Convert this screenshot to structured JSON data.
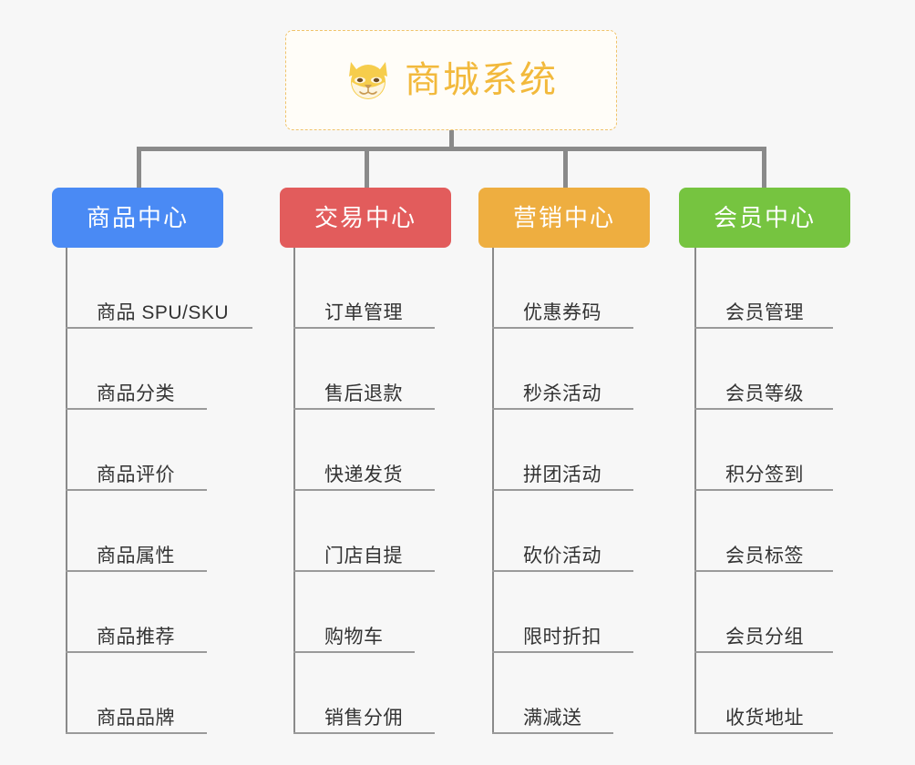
{
  "page": {
    "background_color": "#f7f7f7",
    "type": "org-chart"
  },
  "root": {
    "title": "商城系统",
    "icon": "shiba-dog-icon",
    "border_color": "#f0c36a",
    "text_color": "#f2b93c",
    "background_color": "#fffdf8"
  },
  "connector": {
    "color": "#8a8a8a"
  },
  "categories": [
    {
      "label": "商品中心",
      "color": "#4a8af4",
      "items": [
        "商品 SPU/SKU",
        "商品分类",
        "商品评价",
        "商品属性",
        "商品推荐",
        "商品品牌"
      ]
    },
    {
      "label": "交易中心",
      "color": "#e25c5c",
      "items": [
        "订单管理",
        "售后退款",
        "快递发货",
        "门店自提",
        "购物车",
        "销售分佣"
      ]
    },
    {
      "label": "营销中心",
      "color": "#eeae40",
      "items": [
        "优惠券码",
        "秒杀活动",
        "拼团活动",
        "砍价活动",
        "限时折扣",
        "满减送"
      ]
    },
    {
      "label": "会员中心",
      "color": "#76c440",
      "items": [
        "会员管理",
        "会员等级",
        "积分签到",
        "会员标签",
        "会员分组",
        "收货地址"
      ]
    }
  ]
}
